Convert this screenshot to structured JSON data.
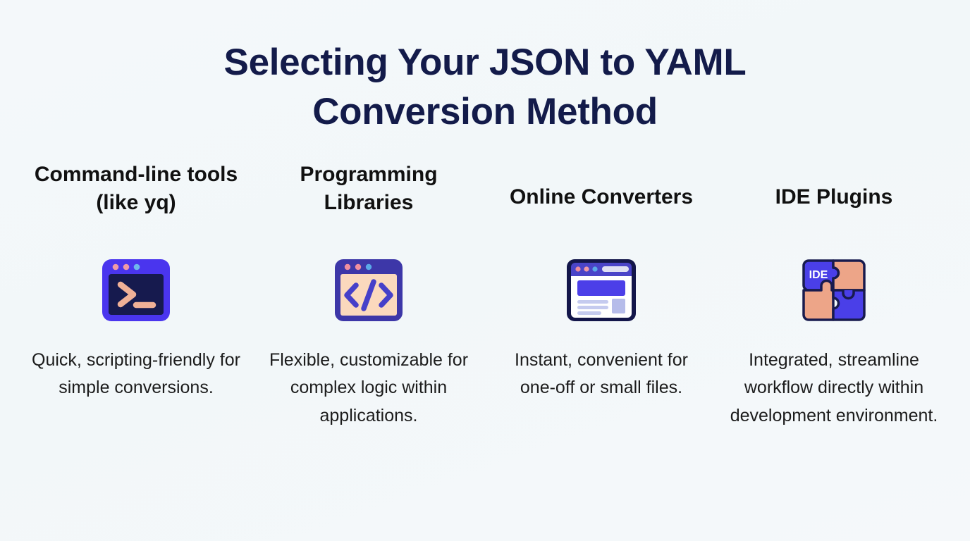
{
  "title": "Selecting Your JSON to YAML Conversion Method",
  "background_color": "#f4f8fa",
  "title_color": "#131b4a",
  "columns": [
    {
      "heading": "Command-line tools (like yq)",
      "icon_name": "terminal-icon",
      "description": "Quick, scripting-friendly for simple conversions.",
      "icon_colors": {
        "frame": "#4a35ee",
        "screen": "#161a4e",
        "glyph": "#f0b097",
        "dot1": "#ef9aa6",
        "dot2": "#ef9aa6",
        "dot3": "#6fb7ec"
      }
    },
    {
      "heading": "Programming Libraries",
      "icon_name": "code-brackets-icon",
      "description": "Flexible, customizable for complex logic within applications.",
      "icon_colors": {
        "frame": "#3d37a8",
        "screen": "#fbd9bd",
        "glyph": "#4640c9",
        "dot1": "#ef8f9f",
        "dot2": "#ef8f9f",
        "dot3": "#5aa9e8"
      }
    },
    {
      "heading": "Online Converters",
      "icon_name": "browser-window-icon",
      "description": "Instant, convenient for one-off or small files.",
      "icon_colors": {
        "frame": "#13164a",
        "titlebar": "#4a44c8",
        "body": "#ffffff",
        "hero": "#4c3fe8",
        "lines": "#c5cbef",
        "dot1": "#ee8c9c",
        "dot2": "#ef9aa6",
        "dot3": "#5aa9e8"
      }
    },
    {
      "heading": "IDE Plugins",
      "icon_name": "puzzle-piece-icon",
      "description": "Integrated, streamline workflow directly within development environment.",
      "icon_label": "IDE",
      "icon_colors": {
        "outline": "#181b4e",
        "blue": "#4a3fe8",
        "peach": "#eda588",
        "label": "#ffffff"
      }
    }
  ]
}
